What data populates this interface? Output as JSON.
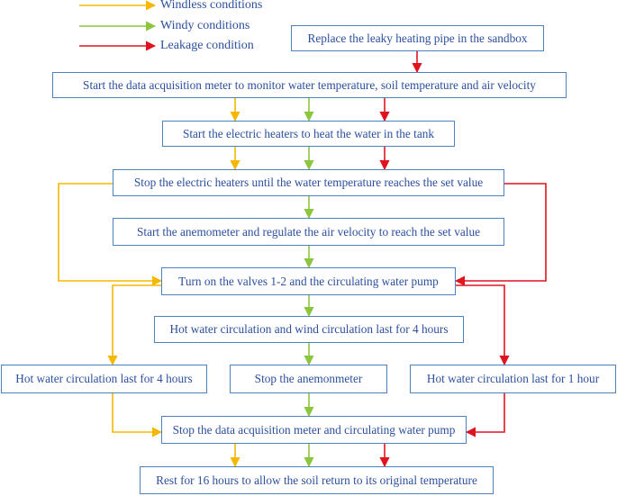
{
  "colors": {
    "windless": "#f5b800",
    "windy": "#8cc63f",
    "leakage": "#e0141e",
    "box_border": "#4f81bd",
    "text": "#2c4f9e"
  },
  "legend": {
    "windless": "Windless conditions",
    "windy": "Windy conditions",
    "leakage": "Leakage condition"
  },
  "steps": {
    "replace_pipe": "Replace the leaky heating pipe in the sandbox",
    "start_daq": "Start the data acquisition meter to monitor water temperature, soil temperature and air velocity",
    "start_heaters": "Start the electric heaters to heat the water in the tank",
    "stop_heaters": "Stop the electric heaters until the water temperature reaches the set value",
    "start_anemometer": "Start the anemometer and regulate the air velocity to reach the set value",
    "turn_on_valves": "Turn on the valves 1-2 and the circulating water pump",
    "hot_wind_circulation": "Hot water circulation and wind circulation last for 4 hours",
    "hot_water_4h": "Hot water circulation last for 4 hours",
    "stop_anemometer": "Stop the anemonmeter",
    "hot_water_1h": "Hot water circulation last for 1 hour",
    "stop_daq": "Stop the data acquisition meter and circulating water pump",
    "rest": "Rest for 16 hours to allow the soil return to its original temperature"
  }
}
